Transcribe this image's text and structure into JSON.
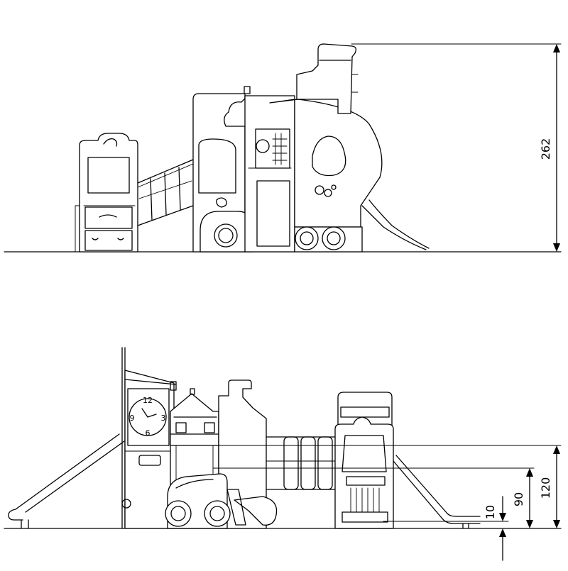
{
  "colors": {
    "line": "#000000",
    "background": "#ffffff"
  },
  "dimensions": {
    "total_height": "262",
    "platform_high": "120",
    "platform_mid": "90",
    "platform_low": "10"
  },
  "clock": {
    "num_12": "12",
    "num_3": "3",
    "num_6": "6",
    "num_9": "9"
  }
}
